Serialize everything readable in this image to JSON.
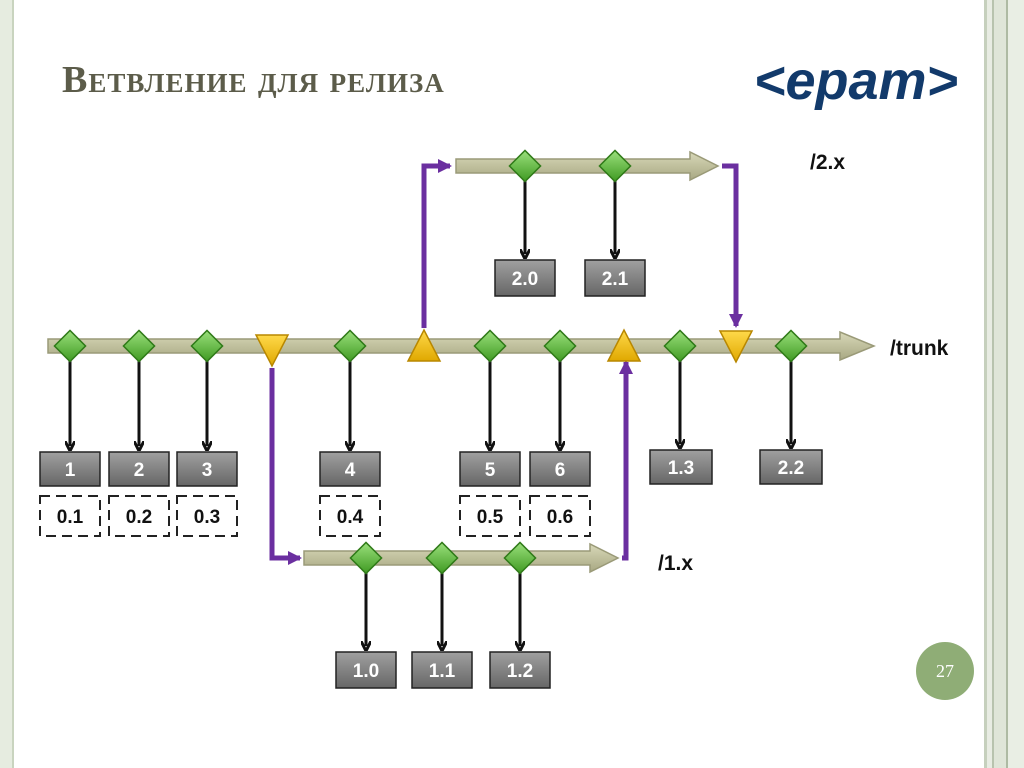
{
  "slide": {
    "title": "Ветвление для релиза",
    "logo_text": "<epam>",
    "page_number": "27"
  },
  "diagram": {
    "branches": {
      "trunk": "/trunk",
      "release2": "/2.x",
      "release1": "/1.x"
    },
    "trunk_revisions": [
      "1",
      "2",
      "3",
      "4",
      "5",
      "6",
      "1.3",
      "2.2"
    ],
    "trunk_tags": [
      "0.1",
      "0.2",
      "0.3",
      "0.4",
      "0.5",
      "0.6"
    ],
    "release1_revisions": [
      "1.0",
      "1.1",
      "1.2"
    ],
    "release2_revisions": [
      "2.0",
      "2.1"
    ]
  },
  "colors": {
    "branch_line": "#bdbd95",
    "commit_marker": "#58b83a",
    "merge_marker": "#f4c000",
    "connector": "#6b2fa0",
    "version_box": "#7c7c7c",
    "title": "#5c5c4a",
    "logo": "#123a6b",
    "page_badge": "#8fad76"
  }
}
